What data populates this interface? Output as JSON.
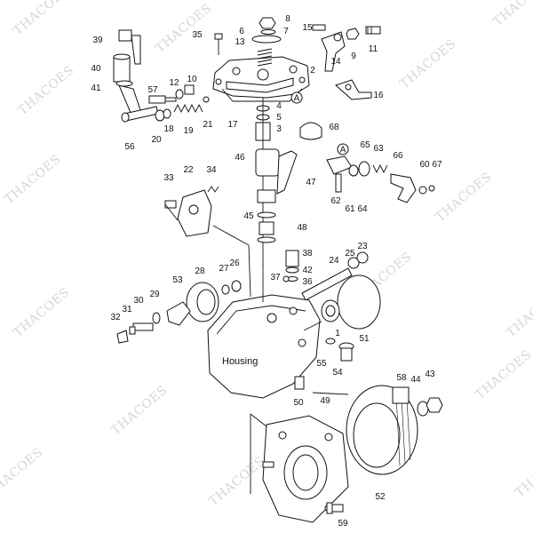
{
  "watermark": "THACOES",
  "housing_label": "Housing",
  "ref_marker": "A",
  "part_labels": [
    "1",
    "2",
    "3",
    "4",
    "5",
    "6",
    "7",
    "8",
    "9",
    "10",
    "11",
    "12",
    "13",
    "14",
    "15",
    "16",
    "17",
    "18",
    "19",
    "20",
    "21",
    "22",
    "23",
    "24",
    "25",
    "26",
    "27",
    "28",
    "29",
    "30",
    "31",
    "32",
    "33",
    "34",
    "35",
    "36",
    "37",
    "38",
    "39",
    "40",
    "41",
    "42",
    "43",
    "44",
    "45",
    "46",
    "47",
    "48",
    "49",
    "50",
    "51",
    "52",
    "53",
    "54",
    "55",
    "56",
    "57",
    "58",
    "59",
    "60",
    "61",
    "62",
    "63",
    "64",
    "65",
    "66",
    "67",
    "68"
  ]
}
